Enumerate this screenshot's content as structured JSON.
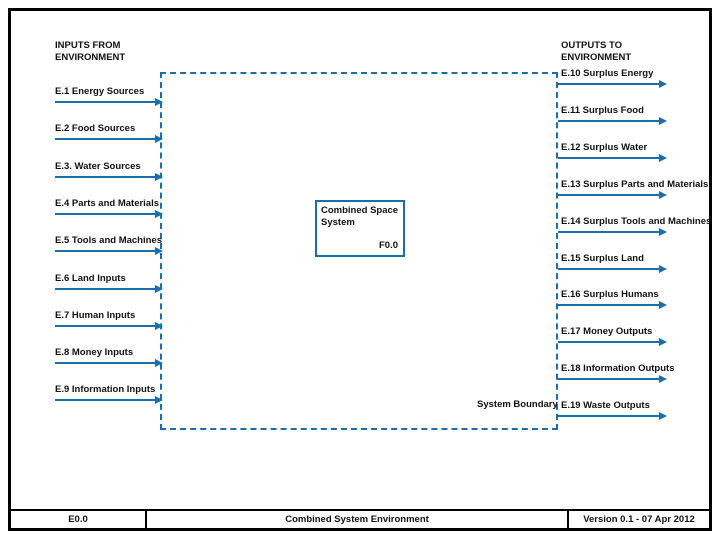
{
  "colors": {
    "accent": "#1b6ea9",
    "text": "#111111",
    "frame": "#000000"
  },
  "inputs": {
    "header_line1": "INPUTS FROM",
    "header_line2": "ENVIRONMENT",
    "items": [
      "E.1 Energy Sources",
      "E.2 Food Sources",
      "E.3. Water Sources",
      "E.4 Parts and Materials",
      "E.5 Tools and Machines",
      "E.6 Land Inputs",
      "E.7 Human Inputs",
      "E.8 Money Inputs",
      "E.9 Information Inputs"
    ]
  },
  "outputs": {
    "header_line1": "OUTPUTS TO",
    "header_line2": "ENVIRONMENT",
    "items": [
      "E.10 Surplus Energy",
      "E.11 Surplus Food",
      "E.12 Surplus Water",
      "E.13 Surplus Parts and Materials",
      "E.14 Surplus Tools and Machines",
      "E.15 Surplus Land",
      "E.16 Surplus Humans",
      "E.17 Money Outputs",
      "E.18 Information Outputs",
      "E.19 Waste Outputs"
    ]
  },
  "system_box": {
    "title": "Combined Space System",
    "id": "F0.0"
  },
  "boundary_label": "System Boundary",
  "title_block": {
    "id": "E0.0",
    "title": "Combined System Environment",
    "version": "Version 0.1 - 07 Apr 2012"
  }
}
